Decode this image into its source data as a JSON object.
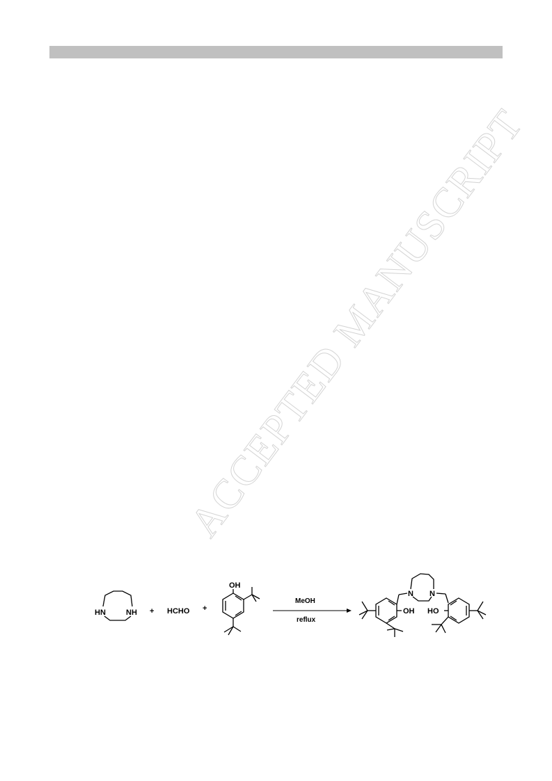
{
  "page": {
    "header_bar_color": "#c0c0c0",
    "watermark": "ACCEPTED MANUSCRIPT"
  },
  "scheme": {
    "reactant_diamine": {
      "left_label": "HN",
      "right_label": "NH"
    },
    "plus_1": "+",
    "reagent_formaldehyde": "HCHO",
    "plus_2": "+",
    "reactant_phenol_oh": "OH",
    "condition_solvent": "MeOH",
    "condition_temperature": "reflux",
    "product": {
      "n_left": "N",
      "n_right": "N",
      "oh_left": "OH",
      "oh_right": "HO"
    }
  }
}
